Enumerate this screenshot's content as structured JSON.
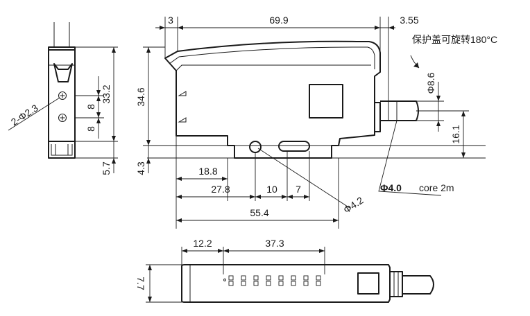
{
  "dimensions": {
    "top_left_offset": "3",
    "overall_length": "69.9",
    "right_offset": "3.55",
    "cover_note": "保护盖可旋转180°C",
    "height_total": "34.6",
    "side_height": "33.2",
    "hole_pitch_top": "8",
    "hole_pitch_bottom": "8",
    "hole_callout": "2-Φ2.3",
    "cable_diameter": "Φ8.6",
    "cable_height": "16.1",
    "side_bottom": "5.7",
    "base_offset": "4.3",
    "dist_18_8": "18.8",
    "dist_27_8": "27.8",
    "dist_10": "10",
    "dist_7": "7",
    "dist_55_4": "55.4",
    "hole_diameter": "Φ4.2",
    "core_callout": "Φ4.0",
    "core_note": "core 2m",
    "bottom_offset": "12.2",
    "display_length": "37.3",
    "bottom_height": "7.7"
  }
}
